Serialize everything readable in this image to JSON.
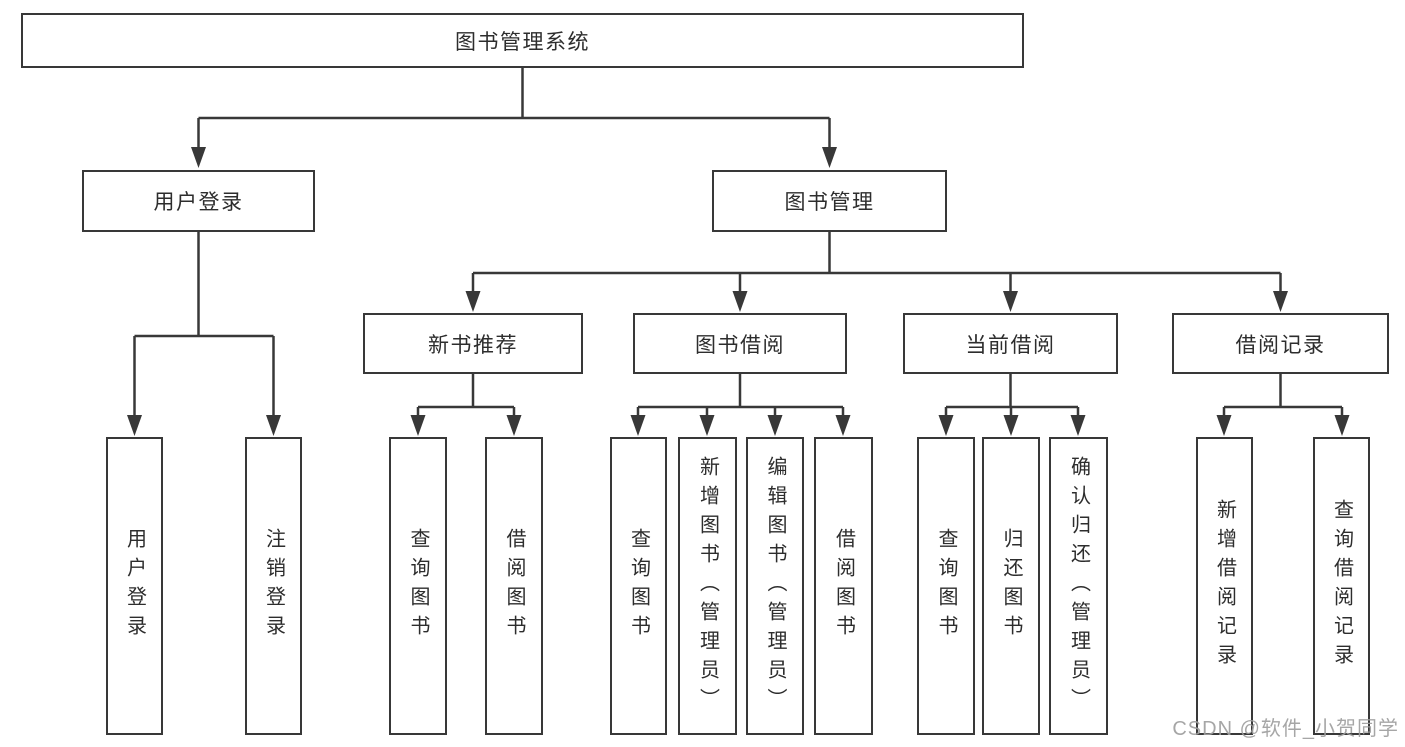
{
  "diagram": {
    "root": "图书管理系统",
    "branches": {
      "user_login": {
        "label": "用户登录",
        "children": {
          "login": "用户登录",
          "logout": "注销登录"
        }
      },
      "book_management": {
        "label": "图书管理",
        "sections": {
          "new_book": {
            "label": "新书推荐",
            "children": {
              "query": "查询图书",
              "borrow": "借阅图书"
            }
          },
          "book_borrow": {
            "label": "图书借阅",
            "children": {
              "query": "查询图书",
              "add": "新增图书（管理员）",
              "edit": "编辑图书（管理员）",
              "borrow": "借阅图书"
            }
          },
          "current_borrow": {
            "label": "当前借阅",
            "children": {
              "query": "查询图书",
              "return": "归还图书",
              "confirm": "确认归还（管理员）"
            }
          },
          "borrow_record": {
            "label": "借阅记录",
            "children": {
              "add_record": "新增借阅记录",
              "query_record": "查询借阅记录"
            }
          }
        }
      }
    },
    "line_color": "#383838"
  },
  "watermark": "CSDN @软件_小贺同学"
}
